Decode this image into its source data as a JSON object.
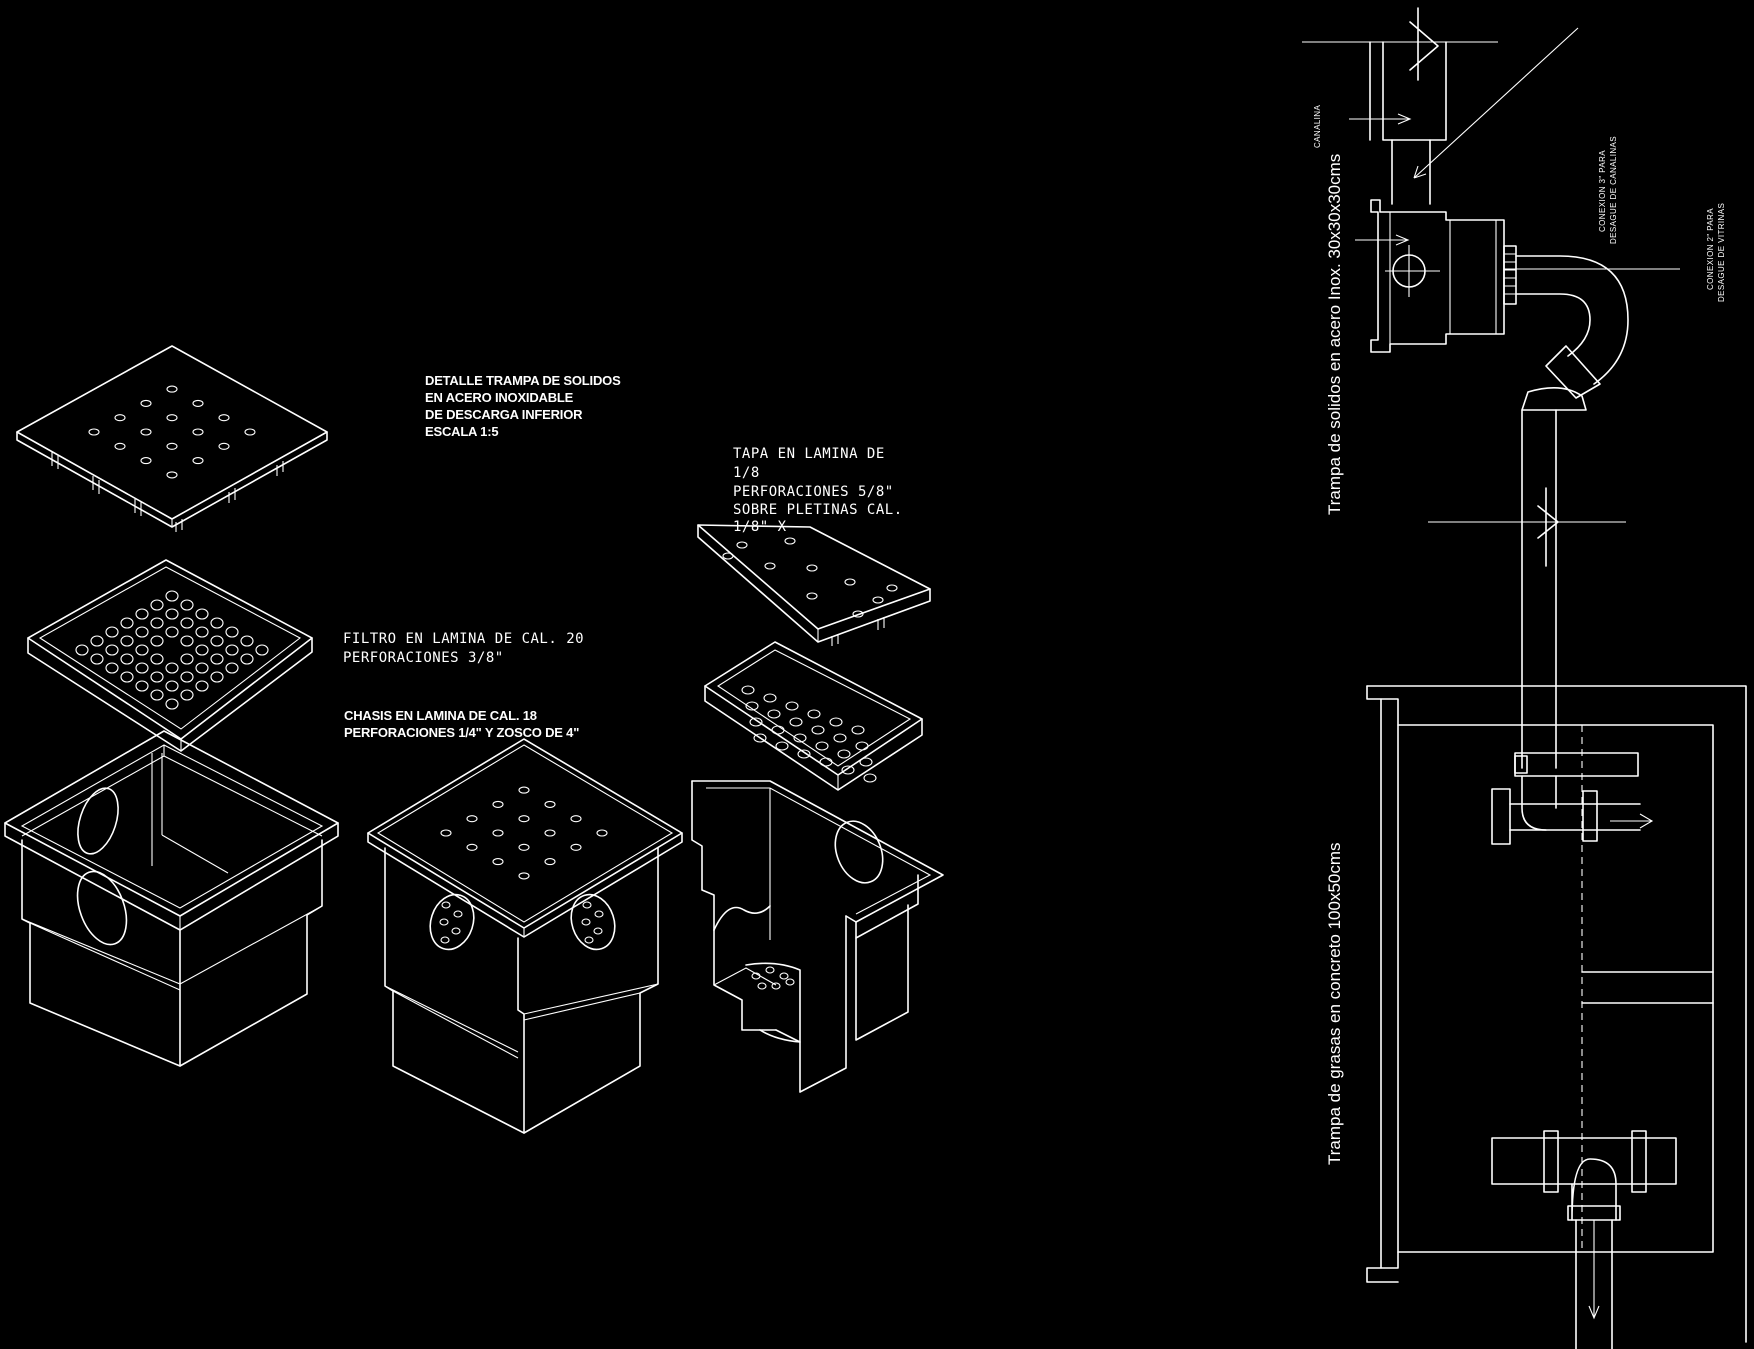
{
  "detail_title": {
    "line1": "DETALLE TRAMPA DE SOLIDOS",
    "line2": "EN ACERO INOXIDABLE",
    "line3": "DE DESCARGA INFERIOR",
    "line4": "ESCALA 1:5"
  },
  "tapa_label": {
    "line1": "TAPA  EN LAMINA DE",
    "line2": "1/8",
    "line3": "PERFORACIONES 5/8\"",
    "line4": "SOBRE PLETINAS CAL.",
    "line5": "1/8\" X"
  },
  "filtro_label": {
    "line1": "FILTRO  EN LAMINA DE CAL. 20",
    "line2": "PERFORACIONES 3/8\""
  },
  "chasis_label": {
    "line1": "CHASIS  EN LAMINA DE CAL. 18",
    "line2": "PERFORACIONES 1/4\" Y ZOSCO DE 4\""
  },
  "elevation": {
    "solids_trap_title": "Trampa de solidos en acero Inox. 30x30x30cms",
    "grease_trap_title": "Trampa de grasas en concreto 100x50cms",
    "canalina_label": "CANALINA",
    "conexion_3_line1": "CONEXION  3\" PARA",
    "conexion_3_line2": "DESAGUE DE CANALINAS",
    "conexion_2_line1": "CONEXION  2\" PARA",
    "conexion_2_line2": "DESAGUE DE VITRINAS"
  },
  "colors": {
    "background": "#000000",
    "linework": "#ffffff"
  }
}
